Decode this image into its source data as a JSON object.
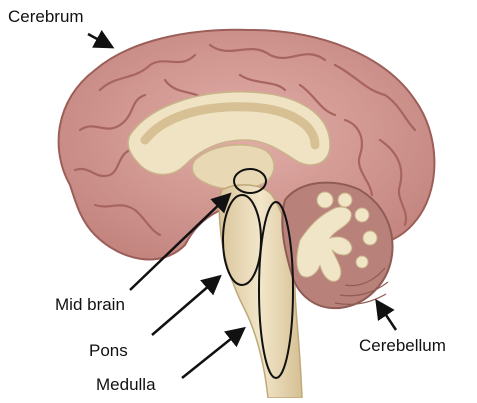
{
  "labels": {
    "cerebrum": "Cerebrum",
    "mid_brain": "Mid brain",
    "pons": "Pons",
    "medulla": "Medulla",
    "cerebellum": "Cerebellum"
  },
  "colors": {
    "cerebrum_fill": "#d9a09a",
    "cerebrum_fold": "#a8645f",
    "inner_tissue": "#efe3c4",
    "brainstem": "#eadbb7",
    "cerebellum_fill": "#b8827a",
    "arborvitae": "#f1e5c7",
    "outline": "#111111"
  }
}
